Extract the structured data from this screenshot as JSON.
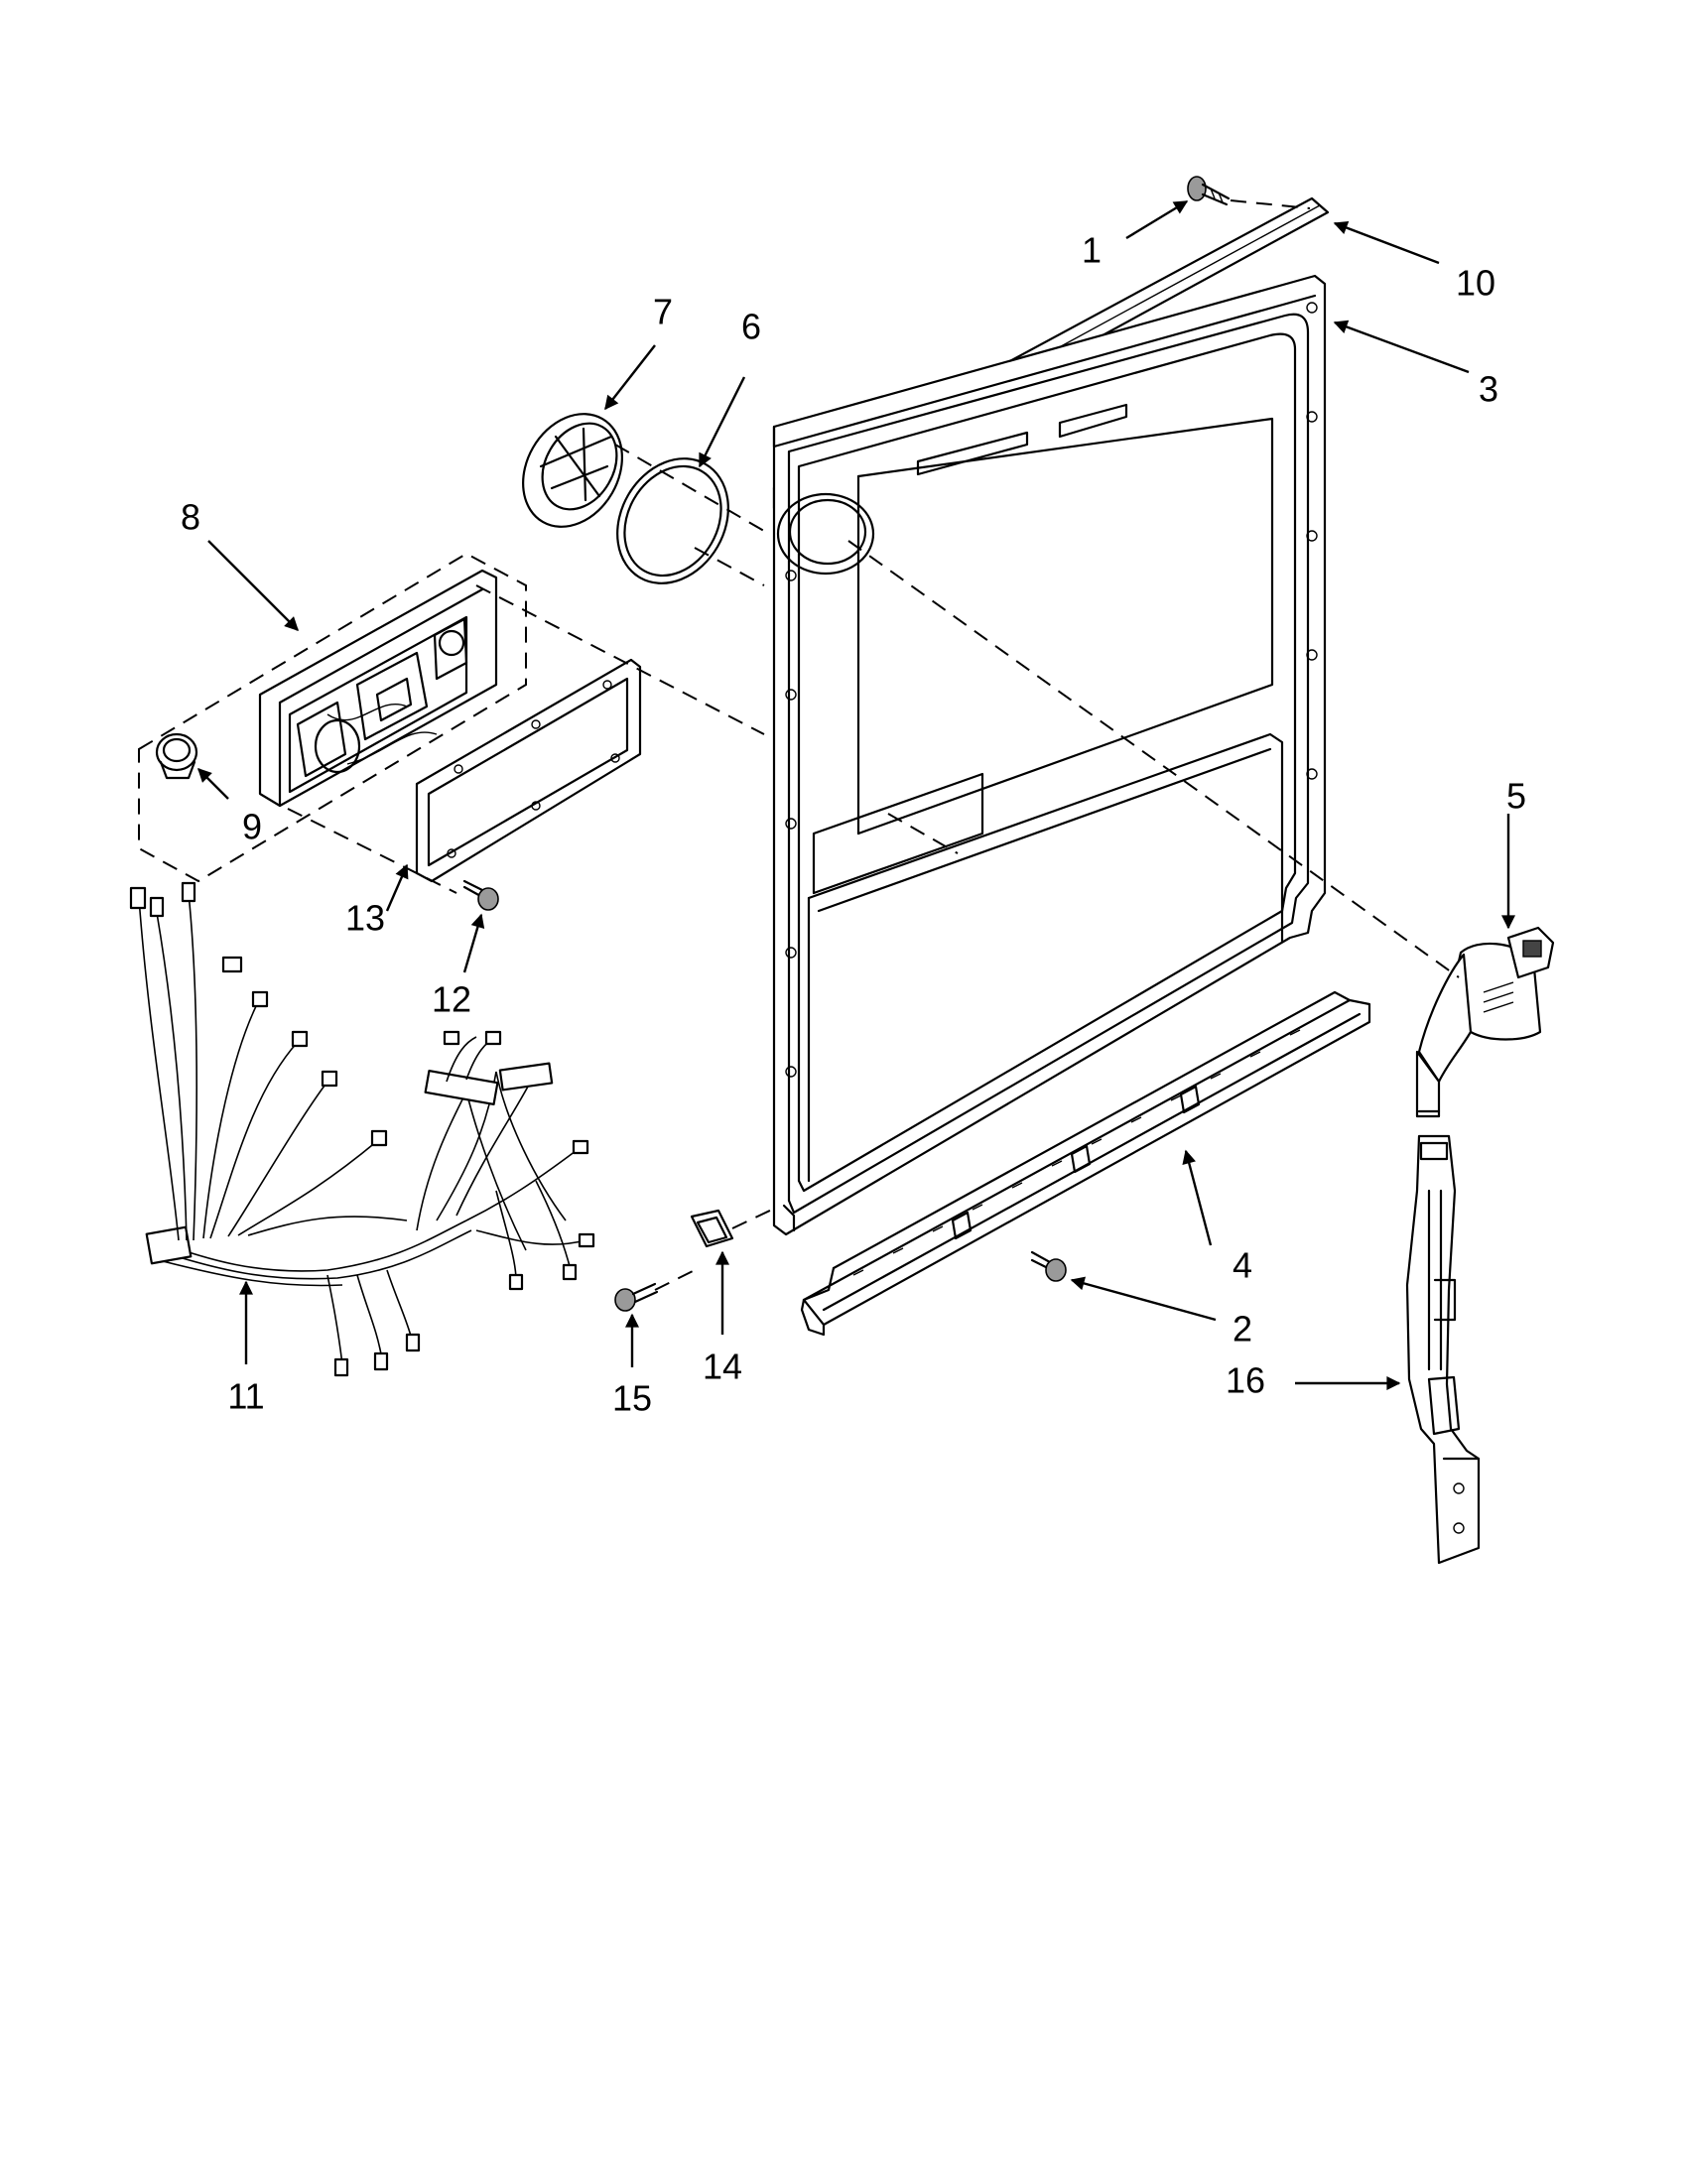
{
  "callouts": [
    {
      "id": "1",
      "label": "1"
    },
    {
      "id": "2",
      "label": "2"
    },
    {
      "id": "3",
      "label": "3"
    },
    {
      "id": "4",
      "label": "4"
    },
    {
      "id": "5",
      "label": "5"
    },
    {
      "id": "6",
      "label": "6"
    },
    {
      "id": "7",
      "label": "7"
    },
    {
      "id": "8",
      "label": "8"
    },
    {
      "id": "9",
      "label": "9"
    },
    {
      "id": "10",
      "label": "10"
    },
    {
      "id": "11",
      "label": "11"
    },
    {
      "id": "12",
      "label": "12"
    },
    {
      "id": "13",
      "label": "13"
    },
    {
      "id": "14",
      "label": "14"
    },
    {
      "id": "15",
      "label": "15"
    },
    {
      "id": "16",
      "label": "16"
    }
  ],
  "colors": {
    "line": "#000000",
    "background": "#ffffff",
    "shade": "#9a9a9a"
  }
}
